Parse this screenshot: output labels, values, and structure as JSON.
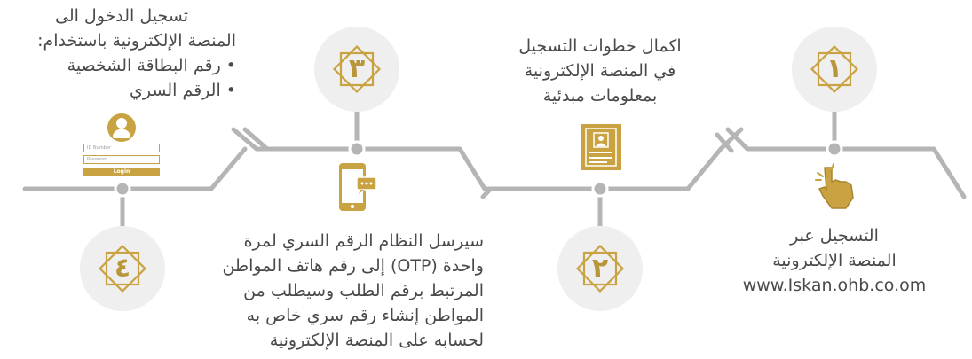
{
  "colors": {
    "gold": "#c9a242",
    "line": "#b5b5b5",
    "badge_bg": "#efefef",
    "text": "#4a4a4a"
  },
  "steps": [
    {
      "number": "١",
      "icon": "hand-pointer-icon",
      "lines": [
        "التسجيل عبر",
        "المنصة الإلكترونية",
        "www.Iskan.ohb.co.om"
      ]
    },
    {
      "number": "٢",
      "icon": "id-document-icon",
      "lines": [
        "اكمال خطوات التسجيل",
        "في المنصة الإلكترونية",
        "بمعلومات مبدئية"
      ]
    },
    {
      "number": "٣",
      "icon": "mobile-message-icon",
      "lines": [
        "سيرسل النظام الرقم السري لمرة",
        "واحدة (OTP) إلى رقم هاتف المواطن",
        "المرتبط برقم الطلب وسيطلب من",
        "المواطن إنشاء رقم سري خاص به",
        "لحسابه على المنصة الإلكترونية"
      ]
    },
    {
      "number": "٤",
      "icon": "login-form-icon",
      "lines": [
        "تسجيل الدخول الى",
        "المنصة الإلكترونية باستخدام:"
      ],
      "bullets": [
        "رقم البطاقة الشخصية",
        "الرقم السري"
      ],
      "form": {
        "id_placeholder": "ID Number",
        "password_placeholder": "Password",
        "button": "Login"
      }
    }
  ]
}
